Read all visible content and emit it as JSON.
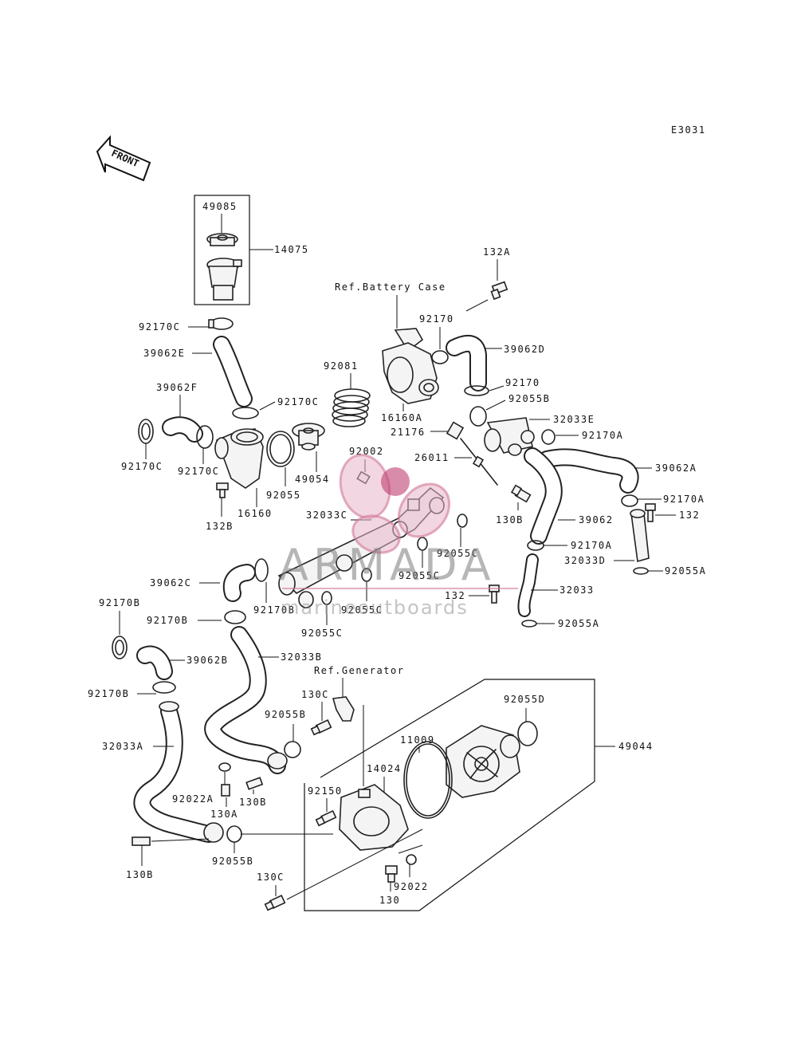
{
  "diagram_code": "E3031",
  "front_label": "FRONT",
  "references": {
    "battery_case": "Ref.Battery Case",
    "generator": "Ref.Generator"
  },
  "watermark": {
    "brand": "ARMADA",
    "tagline": "marineoutboards"
  },
  "parts": {
    "p49085": "49085",
    "p14075": "14075",
    "p132A": "132A",
    "p92170C_top": "92170C",
    "p39062E": "39062E",
    "p92170_top": "92170",
    "p39062D": "39062D",
    "p92081": "92081",
    "p92170_mid": "92170",
    "p92055B_top": "92055B",
    "p39062F": "39062F",
    "p92170C_mid": "92170C",
    "p16160A": "16160A",
    "p32033E": "32033E",
    "p21176": "21176",
    "p92170A_right": "92170A",
    "p92170C_left": "92170C",
    "p92170C_low": "92170C",
    "p49054": "49054",
    "p92002": "92002",
    "p26011": "26011",
    "p39062A": "39062A",
    "p92055": "92055",
    "p132B": "132B",
    "p16160": "16160",
    "p32033C": "32033C",
    "p130B_mid": "130B",
    "p92170A_far": "92170A",
    "p132_right": "132",
    "p39062": "39062",
    "p92055C_a": "92055C",
    "p92170A_low": "92170A",
    "p32033D": "32033D",
    "p92055A_top": "92055A",
    "p92055C_b": "92055C",
    "p39062C": "39062C",
    "p132_mid": "132",
    "p32033": "32033",
    "p92170B_top": "92170B",
    "p92170B_mid": "92170B",
    "p92170B_c": "92170B",
    "p92055C_c": "92055C",
    "p92055A_low": "92055A",
    "p92055C_d": "92055C",
    "p32033B": "32033B",
    "p39062B": "39062B",
    "p92170B_low": "92170B",
    "p130C_top": "130C",
    "p92055D": "92055D",
    "p92055B_mid": "92055B",
    "p11009": "11009",
    "p49044": "49044",
    "p32033A": "32033A",
    "p14024": "14024",
    "p92150": "92150",
    "p92022A": "92022A",
    "p130B_low": "130B",
    "p130A": "130A",
    "p92055B_low": "92055B",
    "p130B_left": "130B",
    "p130C_low": "130C",
    "p92022": "92022",
    "p130": "130"
  }
}
